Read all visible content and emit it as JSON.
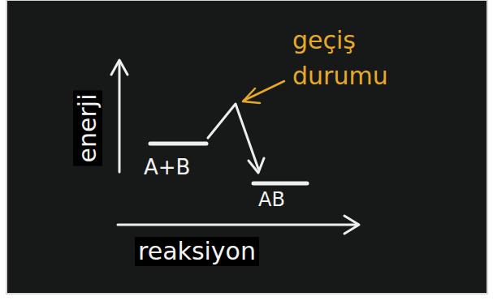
{
  "diagram": {
    "labels": [
      "enerji",
      "A+B",
      "AB",
      "geçiş durumu",
      "reaksiyon"
    ]
  }
}
